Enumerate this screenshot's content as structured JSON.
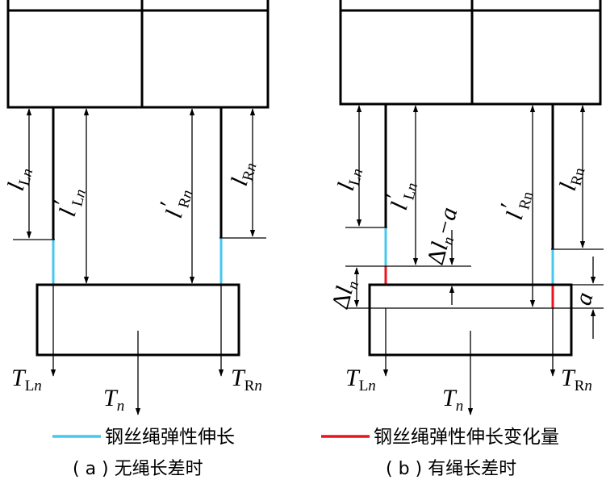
{
  "colors": {
    "cyan": "#46C8EE",
    "red": "#E8141E",
    "stroke": "#000000"
  },
  "left": {
    "labels": {
      "l_Ln": {
        "base": "l",
        "sub": "L",
        "sub_i": "n"
      },
      "lp_Ln": {
        "base": "l",
        "prime": "′",
        "sub": "L",
        "sub_i": "n"
      },
      "lp_Rn": {
        "base": "l",
        "prime": "′",
        "sub": "R",
        "sub_i": "n"
      },
      "l_Rn": {
        "base": "l",
        "sub": "R",
        "sub_i": "n"
      },
      "T_Ln": {
        "base": "T",
        "sub": "L",
        "sub_i": "n"
      },
      "T_Rn": {
        "base": "T",
        "sub": "R",
        "sub_i": "n"
      },
      "T_n": {
        "base": "T",
        "sub_i": "n"
      }
    },
    "legend": "钢丝绳弹性伸长",
    "caption": "( a ) 无绳长差时"
  },
  "right": {
    "labels": {
      "l_Ln": {
        "base": "l",
        "sub": "L",
        "sub_i": "n"
      },
      "lp_Ln": {
        "base": "l",
        "prime": "′",
        "sub": "L",
        "sub_i": "n"
      },
      "lp_Rn": {
        "base": "l",
        "prime": "′",
        "sub": "Rn"
      },
      "l_Rn": {
        "base": "l",
        "sub": "Rn"
      },
      "dl_a": {
        "delta": "Δ",
        "base": "l",
        "sub_i": "n",
        "minus": "−a"
      },
      "dl": {
        "delta": "Δ",
        "base": "l",
        "sub_i": "n"
      },
      "a": {
        "base": "a"
      },
      "T_Ln": {
        "base": "T",
        "sub": "L",
        "sub_i": "n"
      },
      "T_Rn": {
        "base": "T",
        "sub": "R",
        "sub_i": "n"
      },
      "T_n": {
        "base": "T",
        "sub_i": "n"
      }
    },
    "legend": "钢丝绳弹性伸长变化量",
    "caption": "( b ) 有绳长差时"
  }
}
